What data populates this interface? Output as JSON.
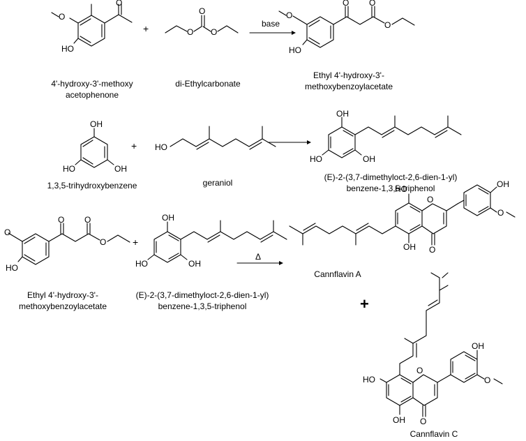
{
  "reaction1": {
    "reactant1": {
      "name_line1": "4'-hydroxy-3'-methoxy",
      "name_line2": "acetophenone"
    },
    "reactant2": {
      "name": "di-Ethylcarbonate"
    },
    "condition": "base",
    "product": {
      "name_line1": "Ethyl 4'-hydroxy-3'-",
      "name_line2": "methoxybenzoylacetate"
    },
    "plus": "+"
  },
  "reaction2": {
    "reactant1": {
      "name": "1,3,5-trihydroxybenzene"
    },
    "reactant2": {
      "name": "geraniol"
    },
    "product": {
      "name_line1": "(E)-2-(3,7-dimethyloct-2,6-dien-1-yl)",
      "name_line2": "benzene-1,3,5-triphenol"
    },
    "plus": "+"
  },
  "reaction3": {
    "reactant1": {
      "name_line1": "Ethyl 4'-hydroxy-3'-",
      "name_line2": "methoxybenzoylacetate"
    },
    "reactant2": {
      "name_line1": "(E)-2-(3,7-dimethyloct-2,6-dien-1-yl)",
      "name_line2": "benzene-1,3,5-triphenol"
    },
    "condition": "Δ",
    "product1": {
      "name": "Cannflavin A"
    },
    "product2": {
      "name": "Cannflavin C"
    },
    "plus_small": "+",
    "plus_big": "+"
  },
  "atoms": {
    "OH": "OH",
    "HO": "HO",
    "O": "O"
  }
}
